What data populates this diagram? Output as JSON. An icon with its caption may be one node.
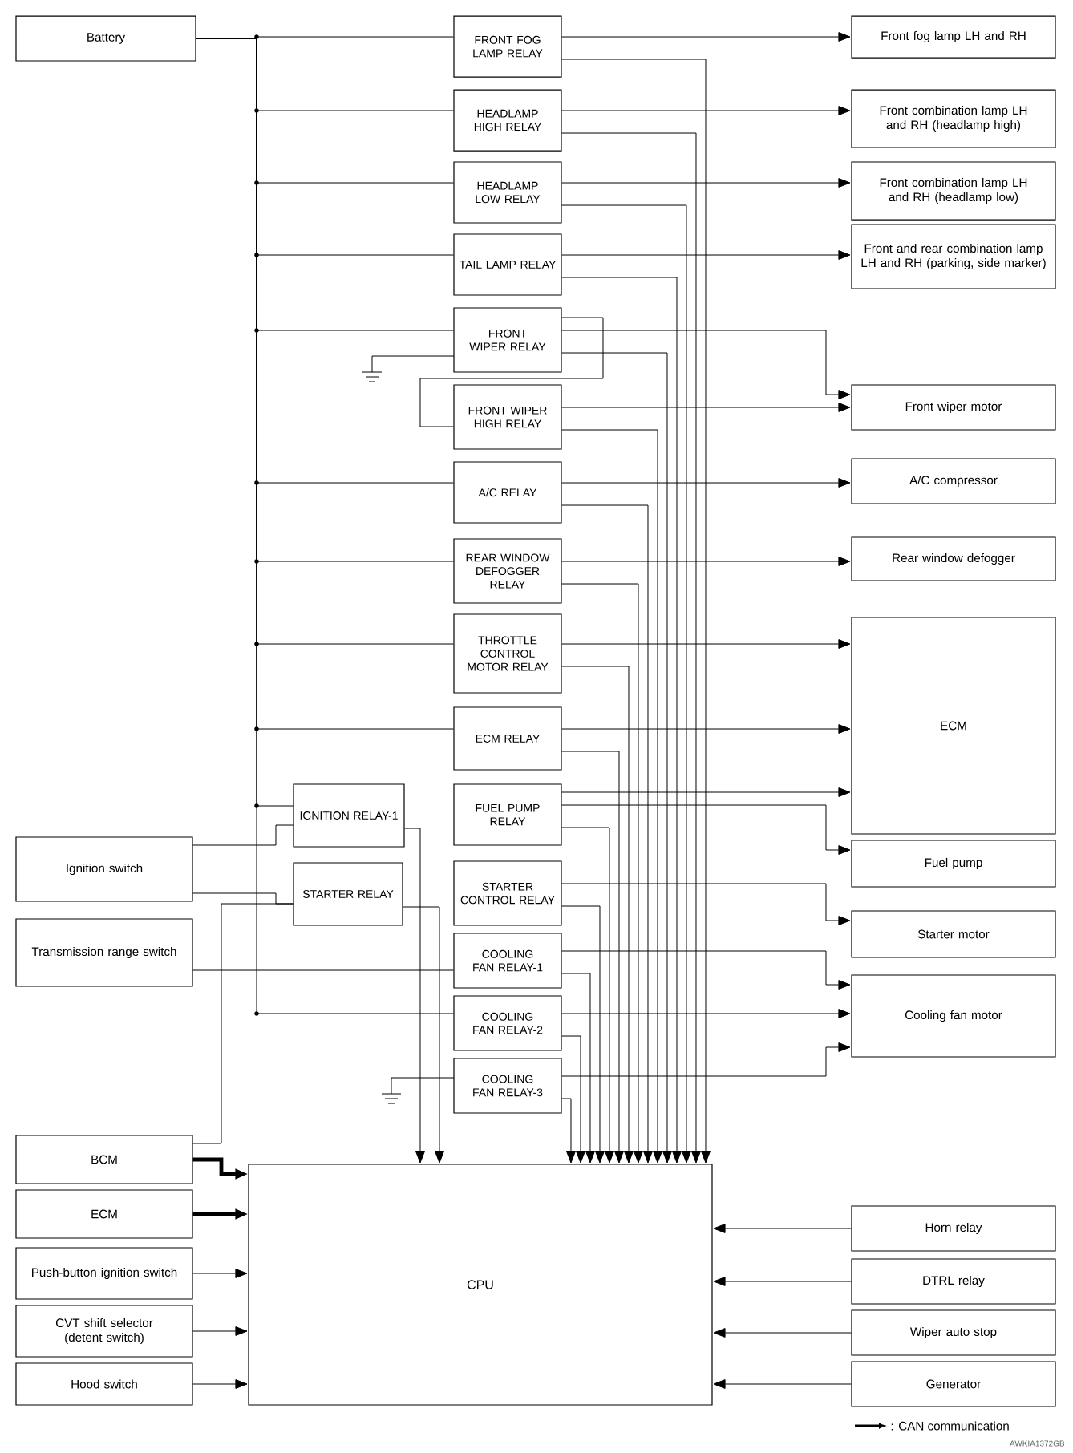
{
  "diagram": {
    "nodes": [
      {
        "text": [
          "Battery"
        ]
      },
      {
        "text": [
          "FRONT FOG LAMP RELAY"
        ]
      },
      {
        "text": [
          "Front fog lamp LH and RH"
        ]
      },
      {
        "text": [
          "HEADLAMP HIGH RELAY"
        ]
      },
      {
        "text": [
          "Front combination lamp LH and RH (headlamp high)"
        ]
      },
      {
        "text": [
          "HEADLAMP LOW RELAY"
        ]
      },
      {
        "text": [
          "Front combination lamp LH and RH (headlamp low)"
        ]
      },
      {
        "text": [
          "TAIL LAMP RELAY"
        ]
      },
      {
        "text": [
          "Front and rear combination lamp LH and RH (parking, side marker)"
        ]
      },
      {
        "text": [
          "FRONT WIPER RELAY"
        ]
      },
      {
        "text": [
          "FRONT WIPER HIGH RELAY"
        ]
      },
      {
        "text": [
          "Front wiper motor"
        ]
      },
      {
        "text": [
          "A/C RELAY"
        ]
      },
      {
        "text": [
          "A/C compressor"
        ]
      },
      {
        "text": [
          "REAR WINDOW DEFOGGER RELAY"
        ]
      },
      {
        "text": [
          "Rear window defogger"
        ]
      },
      {
        "text": [
          "THROTTLE CONTROL MOTOR RELAY"
        ]
      },
      {
        "text": [
          "ECM"
        ]
      },
      {
        "text": [
          "ECM RELAY"
        ]
      },
      {
        "text": [
          "IGNITION RELAY-1"
        ]
      },
      {
        "text": [
          "FUEL PUMP RELAY"
        ]
      },
      {
        "text": [
          "Ignition switch"
        ]
      },
      {
        "text": [
          "Fuel pump"
        ]
      },
      {
        "text": [
          "STARTER RELAY"
        ]
      },
      {
        "text": [
          "STARTER CONTROL RELAY"
        ]
      },
      {
        "text": [
          "Transmission range switch"
        ]
      },
      {
        "text": [
          "Starter motor"
        ]
      },
      {
        "text": [
          "COOLING FAN RELAY-1"
        ]
      },
      {
        "text": [
          "COOLING FAN RELAY-2"
        ]
      },
      {
        "text": [
          "Cooling fan motor"
        ]
      },
      {
        "text": [
          "COOLING FAN RELAY-3"
        ]
      },
      {
        "text": [
          "BCM"
        ]
      },
      {
        "text": [
          "CPU"
        ]
      },
      {
        "text": [
          "Horn relay"
        ]
      },
      {
        "text": [
          "ECM"
        ]
      },
      {
        "text": [
          "Push-button ignition switch"
        ]
      },
      {
        "text": [
          "DTRL relay"
        ]
      },
      {
        "text": [
          "CVT shift selector (detent switch)"
        ]
      },
      {
        "text": [
          "Wiper auto stop"
        ]
      },
      {
        "text": [
          "Hood switch"
        ]
      },
      {
        "text": [
          "Generator"
        ]
      }
    ],
    "edges": [
      {
        "from": 0,
        "to": 1,
        "arrow": "none"
      },
      {
        "from": 0,
        "to": 3,
        "arrow": "none"
      },
      {
        "from": 0,
        "to": 5,
        "arrow": "none"
      },
      {
        "from": 0,
        "to": 7,
        "arrow": "none"
      },
      {
        "from": 0,
        "to": 9,
        "arrow": "none"
      },
      {
        "from": 0,
        "to": 12,
        "arrow": "none"
      },
      {
        "from": 0,
        "to": 14,
        "arrow": "none"
      },
      {
        "from": 0,
        "to": 16,
        "arrow": "none"
      },
      {
        "from": 0,
        "to": 18,
        "arrow": "none"
      },
      {
        "from": 0,
        "to": 19,
        "arrow": "none"
      },
      {
        "from": 0,
        "to": 28,
        "arrow": "none"
      },
      {
        "from": 9,
        "to": 10,
        "arrow": "none"
      },
      {
        "from": 1,
        "to": 2,
        "arrow": "to"
      },
      {
        "from": 3,
        "to": 4,
        "arrow": "to"
      },
      {
        "from": 5,
        "to": 6,
        "arrow": "to"
      },
      {
        "from": 7,
        "to": 8,
        "arrow": "to"
      },
      {
        "from": 9,
        "to": 11,
        "arrow": "to"
      },
      {
        "from": 10,
        "to": 11,
        "arrow": "to"
      },
      {
        "from": 12,
        "to": 13,
        "arrow": "to"
      },
      {
        "from": 14,
        "to": 15,
        "arrow": "to"
      },
      {
        "from": 16,
        "to": 17,
        "arrow": "to"
      },
      {
        "from": 18,
        "to": 17,
        "arrow": "to"
      },
      {
        "from": 20,
        "to": 17,
        "arrow": "to"
      },
      {
        "from": 20,
        "to": 22,
        "arrow": "to"
      },
      {
        "from": 24,
        "to": 26,
        "arrow": "to"
      },
      {
        "from": 27,
        "to": 29,
        "arrow": "to"
      },
      {
        "from": 28,
        "to": 29,
        "arrow": "to"
      },
      {
        "from": 30,
        "to": 29,
        "arrow": "to"
      },
      {
        "from": 21,
        "to": 19,
        "arrow": "none"
      },
      {
        "from": 21,
        "to": 23,
        "arrow": "none"
      },
      {
        "from": 31,
        "to": 23,
        "arrow": "none"
      },
      {
        "from": 25,
        "to": 27,
        "arrow": "none"
      },
      {
        "from": 1,
        "to": 32,
        "arrow": "to"
      },
      {
        "from": 3,
        "to": 32,
        "arrow": "to"
      },
      {
        "from": 5,
        "to": 32,
        "arrow": "to"
      },
      {
        "from": 7,
        "to": 32,
        "arrow": "to"
      },
      {
        "from": 9,
        "to": 32,
        "arrow": "to"
      },
      {
        "from": 10,
        "to": 32,
        "arrow": "to"
      },
      {
        "from": 12,
        "to": 32,
        "arrow": "to"
      },
      {
        "from": 14,
        "to": 32,
        "arrow": "to"
      },
      {
        "from": 16,
        "to": 32,
        "arrow": "to"
      },
      {
        "from": 18,
        "to": 32,
        "arrow": "to"
      },
      {
        "from": 19,
        "to": 32,
        "arrow": "to"
      },
      {
        "from": 20,
        "to": 32,
        "arrow": "to"
      },
      {
        "from": 23,
        "to": 32,
        "arrow": "to"
      },
      {
        "from": 24,
        "to": 32,
        "arrow": "to"
      },
      {
        "from": 27,
        "to": 32,
        "arrow": "to"
      },
      {
        "from": 28,
        "to": 32,
        "arrow": "to"
      },
      {
        "from": 30,
        "to": 32,
        "arrow": "to"
      },
      {
        "from": 31,
        "to": 32,
        "arrow": "to",
        "style": "thick"
      },
      {
        "from": 34,
        "to": 32,
        "arrow": "to",
        "style": "thick"
      },
      {
        "from": 35,
        "to": 32,
        "arrow": "to"
      },
      {
        "from": 37,
        "to": 32,
        "arrow": "to"
      },
      {
        "from": 39,
        "to": 32,
        "arrow": "to"
      },
      {
        "from": 33,
        "to": 32,
        "arrow": "to"
      },
      {
        "from": 36,
        "to": 32,
        "arrow": "to"
      },
      {
        "from": 38,
        "to": 32,
        "arrow": "to"
      },
      {
        "from": 40,
        "to": 32,
        "arrow": "to"
      }
    ],
    "labels": [
      "AWKIA1372GB"
    ],
    "legend": [
      {
        "text": ": CAN communication"
      }
    ]
  }
}
